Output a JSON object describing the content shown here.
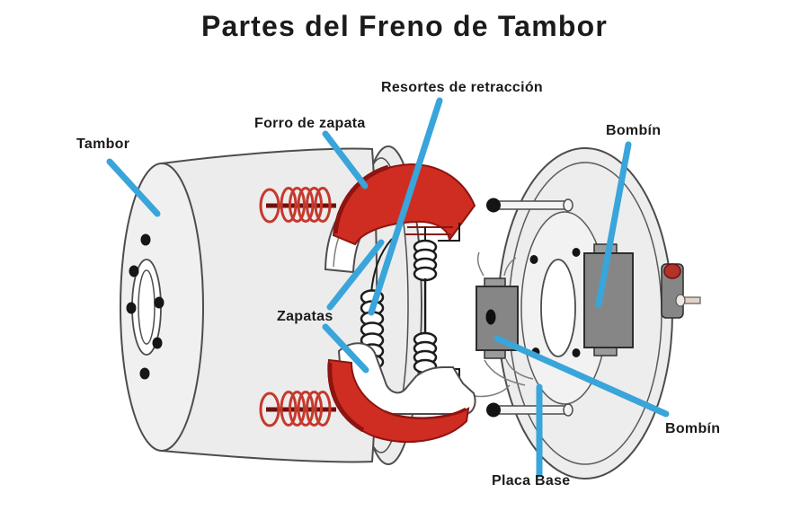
{
  "title": "Partes del Freno de Tambor",
  "labels": {
    "tambor": "Tambor",
    "forro_de_zapata": "Forro de zapata",
    "resortes_de_retraccion": "Resortes de retracción",
    "bombin_superior": "Bombín",
    "zapatas": "Zapatas",
    "bombin_inferior": "Bombín",
    "placa_base": "Placa Base"
  },
  "colors": {
    "background": "#ffffff",
    "text": "#1b1b1b",
    "leader_line": "#39a5da",
    "lining_red": "#cf2d22",
    "lining_dark_red": "#8d1410",
    "spring_red": "#c6382c",
    "metal_gray": "#ececec",
    "cylinder_gray": "#868686",
    "outline_gray": "#4d4d4d"
  }
}
